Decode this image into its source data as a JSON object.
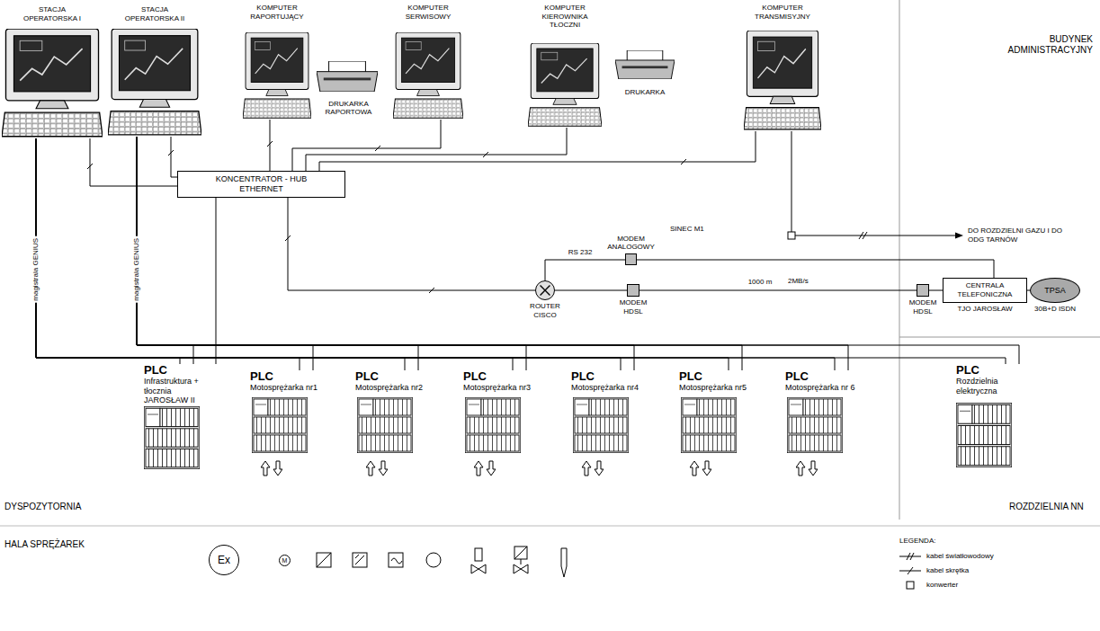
{
  "diagram": {
    "nodes": [
      {
        "text": [
          "STACJA OPERATORSKA I"
        ]
      },
      {
        "text": [
          "STACJA OPERATORSKA II"
        ]
      },
      {
        "text": [
          "KOMPUTER RAPORTUJĄCY"
        ]
      },
      {
        "text": [
          "DRUKARKA RAPORTOWA"
        ]
      },
      {
        "text": [
          "KOMPUTER SERWISOWY"
        ]
      },
      {
        "text": [
          "KOMPUTER KIEROWNIKA TŁOCZNI"
        ]
      },
      {
        "text": [
          "DRUKARKA"
        ]
      },
      {
        "text": [
          "KOMPUTER TRANSMISYJNY"
        ]
      },
      {
        "text": [
          "KONCENTRATOR - HUB ETHERNET"
        ]
      },
      {
        "text": [
          "MODEM ANALOGOWY"
        ]
      },
      {
        "text": [
          "ROUTER CISCO"
        ]
      },
      {
        "text": [
          "MODEM HDSL"
        ]
      },
      {
        "text": [
          "MODEM HDSL"
        ]
      },
      {
        "text": [
          "CENTRALA TELEFONICZNA",
          "TJO JAROSŁAW"
        ]
      },
      {
        "text": [
          "TPSA",
          "30B+D ISDN"
        ]
      },
      {
        "text": [
          "PLC",
          "Infrastruktura + tłocznia JAROSŁAW II"
        ]
      },
      {
        "text": [
          "PLC",
          "Motosprężarka nr1"
        ]
      },
      {
        "text": [
          "PLC",
          "Motosprężarka nr2"
        ]
      },
      {
        "text": [
          "PLC",
          "Motosprężarka nr3"
        ]
      },
      {
        "text": [
          "PLC",
          "Motosprężarka nr4"
        ]
      },
      {
        "text": [
          "PLC",
          "Motosprężarka nr5"
        ]
      },
      {
        "text": [
          "PLC",
          "Motosprężarka nr 6"
        ]
      },
      {
        "text": [
          "PLC",
          "Rozdzielnia elektryczna"
        ]
      },
      {
        "text": [
          "Ex"
        ]
      },
      {
        "text": [
          "M"
        ]
      }
    ],
    "edges": [
      {
        "from": 0,
        "to": 8,
        "arrow": "none"
      },
      {
        "from": 1,
        "to": 8,
        "arrow": "none"
      },
      {
        "from": 2,
        "to": 8,
        "arrow": "none"
      },
      {
        "from": 4,
        "to": 8,
        "arrow": "none"
      },
      {
        "from": 5,
        "to": 8,
        "arrow": "none"
      },
      {
        "from": 7,
        "to": 8,
        "arrow": "none"
      },
      {
        "from": 8,
        "to": 10,
        "arrow": "none"
      },
      {
        "from": 10,
        "to": 9,
        "label": "RS 232",
        "arrow": "none"
      },
      {
        "from": 10,
        "to": 11,
        "arrow": "none"
      },
      {
        "from": 11,
        "to": 12,
        "label": "1000 m",
        "arrow": "none"
      },
      {
        "from": 12,
        "to": 13,
        "arrow": "none"
      },
      {
        "from": 13,
        "to": 14,
        "arrow": "none"
      },
      {
        "from": 9,
        "to": 13,
        "arrow": "none"
      },
      {
        "from": 8,
        "to": 15,
        "arrow": "none"
      },
      {
        "from": 0,
        "to": 15,
        "label": "magistrala GENIUS",
        "arrow": "none"
      },
      {
        "from": 0,
        "to": 16,
        "arrow": "none"
      },
      {
        "from": 0,
        "to": 17,
        "arrow": "none"
      },
      {
        "from": 0,
        "to": 18,
        "arrow": "none"
      },
      {
        "from": 0,
        "to": 19,
        "arrow": "none"
      },
      {
        "from": 0,
        "to": 20,
        "arrow": "none"
      },
      {
        "from": 0,
        "to": 21,
        "arrow": "none"
      },
      {
        "from": 0,
        "to": 22,
        "arrow": "none"
      },
      {
        "from": 1,
        "to": 15,
        "label": "magistrala GENIUS",
        "arrow": "none"
      },
      {
        "from": 1,
        "to": 16,
        "arrow": "none"
      },
      {
        "from": 1,
        "to": 17,
        "arrow": "none"
      },
      {
        "from": 1,
        "to": 18,
        "arrow": "none"
      },
      {
        "from": 1,
        "to": 19,
        "arrow": "none"
      },
      {
        "from": 1,
        "to": 20,
        "arrow": "none"
      },
      {
        "from": 1,
        "to": 21,
        "arrow": "none"
      },
      {
        "from": 1,
        "to": 22,
        "arrow": "none"
      }
    ],
    "labels": [
      "BUDYNEK ADMINISTRACYJNY",
      "SINEC M1",
      "DO ROZDZIELNI GAZU I DO ODG TARNÓW",
      "2MB/s",
      "DYSPOZYTORNIA",
      "ROZDZIELNIA NN",
      "HALA SPRĘŻAREK",
      "LEGENDA:"
    ],
    "legend": [
      {
        "text": "kabel światłowodowy"
      },
      {
        "text": "kabel skrętka"
      },
      {
        "text": "konwerter"
      }
    ]
  }
}
